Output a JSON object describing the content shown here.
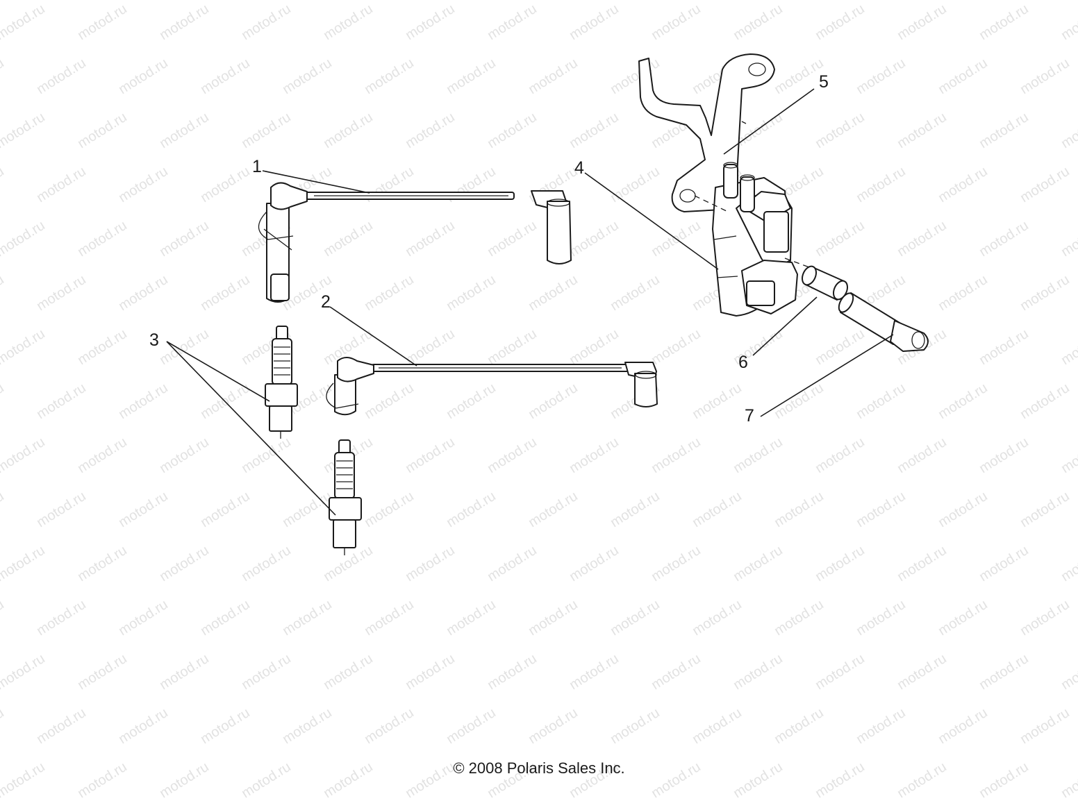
{
  "watermark": {
    "text": "motod.ru"
  },
  "callouts": [
    {
      "id": "1",
      "label": "1"
    },
    {
      "id": "2",
      "label": "2"
    },
    {
      "id": "3",
      "label": "3"
    },
    {
      "id": "4",
      "label": "4"
    },
    {
      "id": "5",
      "label": "5"
    },
    {
      "id": "6",
      "label": "6"
    },
    {
      "id": "7",
      "label": "7"
    }
  ],
  "copyright": "© 2008 Polaris Sales Inc."
}
